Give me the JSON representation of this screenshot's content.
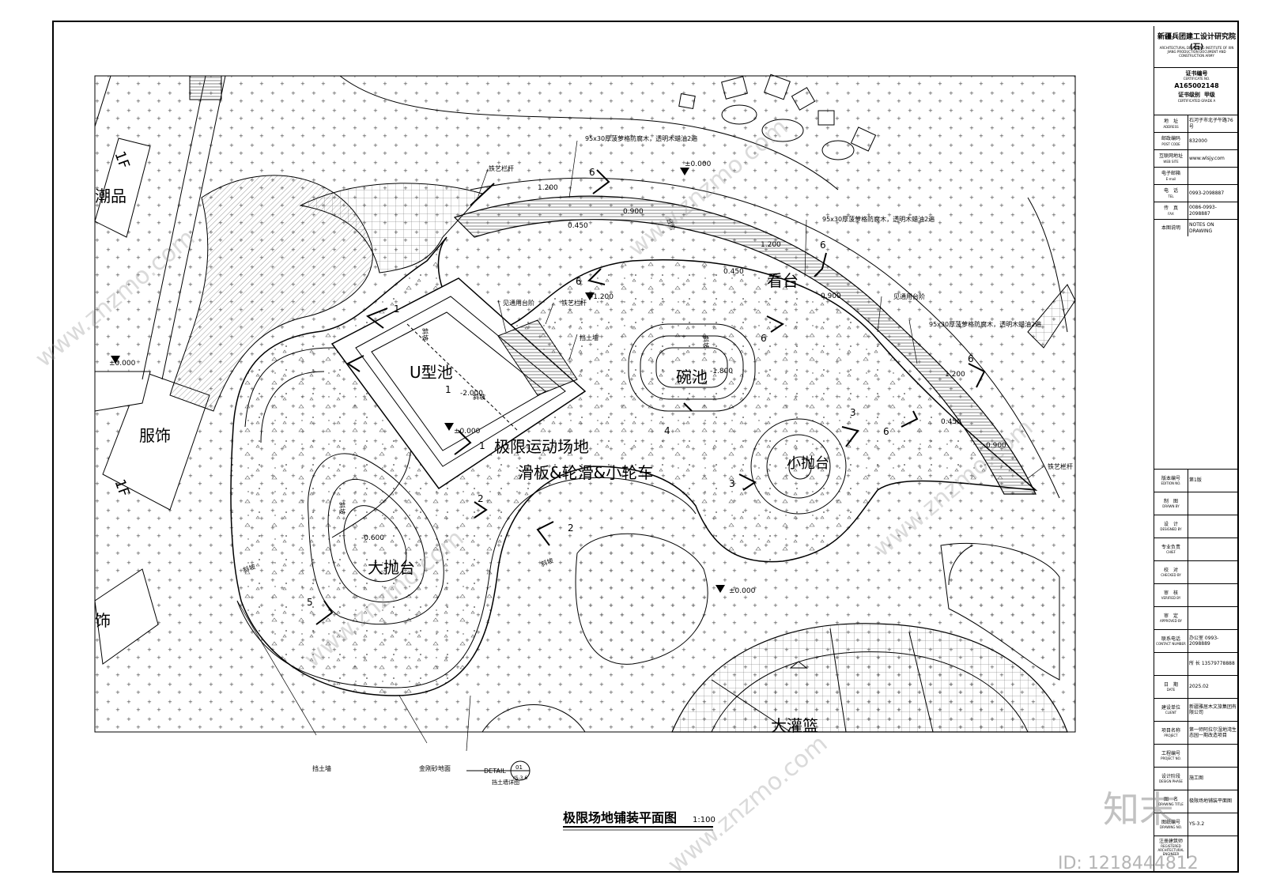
{
  "drawing": {
    "title": "极限场地铺装平面图",
    "scale": "1:100",
    "areas": {
      "main": "极限运动场地",
      "sub": "滑板&轮滑&小轮车",
      "u_pool": "U型池",
      "bowl": "碗池",
      "small_platform": "小抛台",
      "big_platform": "大抛台",
      "stands": "看台",
      "basketball": "大灌篮"
    },
    "buildings": {
      "chao": "潮品",
      "clothing": "服饰",
      "shi": "饰",
      "floor_1a": "1F",
      "floor_1b": "1F"
    },
    "elevations": {
      "e1": "±0.000",
      "e2": "±0.000",
      "e3": "±0.000",
      "e4": "±0.000",
      "e5": "1.200",
      "e6": "0.900",
      "e7": "0.450",
      "e8": "1.200",
      "e9": "0.450",
      "e10": "0.900",
      "e11": "1.200",
      "e12": "0.450",
      "e13": "0.900",
      "e14": "-1.200",
      "e15": "-1.800",
      "e16": "-0.600",
      "e17": "-2.000"
    },
    "notes": {
      "wood1": "95x30厚菠萝格防腐木，透明木蜡油2遍",
      "wood2": "95x30厚菠萝格防腐木，透明木蜡油2遍",
      "wood3": "95x30厚菠萝格防腐木，透明木蜡油2遍",
      "rail1": "铁艺栏杆",
      "rail2": "铁艺栏杆",
      "rail3": "铁艺栏杆",
      "step1": "见通用台阶",
      "step2": "见通用台阶",
      "retain1": "挡土墙",
      "retain2": "挡土墙",
      "sand": "金刚砂地面",
      "slope1": "斜坡",
      "slope2": "斜坡",
      "slope3": "斜坡",
      "slope4": "斜坡",
      "slope5": "斜坡",
      "slope6": "斜坡",
      "stair": "台阶"
    },
    "sections": {
      "s1a": "1",
      "s1b": "1",
      "s1c": "1",
      "s2a": "2",
      "s2b": "2",
      "s3a": "3",
      "s3b": "3",
      "s4": "4",
      "s5": "5",
      "s6a": "6",
      "s6b": "6",
      "s6c": "6",
      "s6d": "6",
      "s6e": "6",
      "s6f": "6"
    },
    "detail": {
      "label": "DETAIL",
      "num": "01",
      "sheet": "YS-3.6",
      "caption": "挡土墙详图"
    }
  },
  "title_block": {
    "institute": "新疆兵团建工设计研究院(石)",
    "institute_en": "ARCHITECTURAL DESIGNING INSTITUTE OF XIN JIANG PRODUCTION DOCUMENT AND CONSTRUCTION ARMY",
    "cert_label": "证书编号",
    "cert_label_en": "CERTIFICATE NO.",
    "cert_no": "A165002148",
    "grade_label": "证书级别",
    "grade": "甲级",
    "grade_en": "CERTIFICATED GRADE A",
    "rows": [
      {
        "k": "地　址",
        "k_en": "ADDRESS",
        "v": "石河子市北子午路76号"
      },
      {
        "k": "邮政编码",
        "k_en": "POST CODE",
        "v": "832000"
      },
      {
        "k": "互联网地址",
        "k_en": "WEB SITE",
        "v": "www.wlsjy.com"
      },
      {
        "k": "电子邮箱",
        "k_en": "E-mail",
        "v": ""
      },
      {
        "k": "电　话",
        "k_en": "TEL",
        "v": "0993-2098887"
      },
      {
        "k": "传　真",
        "k_en": "FAX",
        "v": "0086-0993-2098887"
      },
      {
        "k": "本图说明",
        "k_en": "",
        "v": "NOTES ON DRAWING"
      }
    ],
    "rows2": [
      {
        "k": "版本编号",
        "k_en": "EDITION NO.",
        "v": "第1版"
      },
      {
        "k": "制　图",
        "k_en": "DRAWN BY",
        "v": ""
      },
      {
        "k": "设　计",
        "k_en": "DESIGNED BY",
        "v": ""
      },
      {
        "k": "专业负责",
        "k_en": "CHIEF",
        "v": ""
      },
      {
        "k": "校　对",
        "k_en": "CHECKED BY",
        "v": ""
      },
      {
        "k": "审　核",
        "k_en": "VERIFIED BY",
        "v": ""
      },
      {
        "k": "审　定",
        "k_en": "APPROVED BY",
        "v": ""
      },
      {
        "k": "联系电话",
        "k_en": "CONTACT NUMBER",
        "v": "办公室 0993-2098889"
      },
      {
        "k": "",
        "k_en": "",
        "v": "所 长 13579778888"
      },
      {
        "k": "日　期",
        "k_en": "DATE",
        "v": "2025.02"
      },
      {
        "k": "建设单位",
        "k_en": "CLIENT",
        "v": "新疆雅居木文旅集团有限公司"
      },
      {
        "k": "项目名称",
        "k_en": "PROJECT",
        "v": "第一师阿拉尔湿地湾生态园一期改造项目"
      },
      {
        "k": "工程编号",
        "k_en": "PROJECT NO.",
        "v": ""
      },
      {
        "k": "设计阶段",
        "k_en": "DESIGN PHASE",
        "v": "施工图"
      },
      {
        "k": "图　名",
        "k_en": "DRAWING TITLE",
        "v": "极限场地铺装平面图"
      },
      {
        "k": "图纸编号",
        "k_en": "DRAWING NO.",
        "v": "YS-3.2"
      },
      {
        "k": "注册建筑师",
        "k_en": "REGISTERED ARCHITECTURAL ENGINEER",
        "v": ""
      }
    ]
  },
  "watermark": {
    "logo": "知末",
    "id": "ID: 1218444812",
    "site": "www.znzmo.com"
  }
}
